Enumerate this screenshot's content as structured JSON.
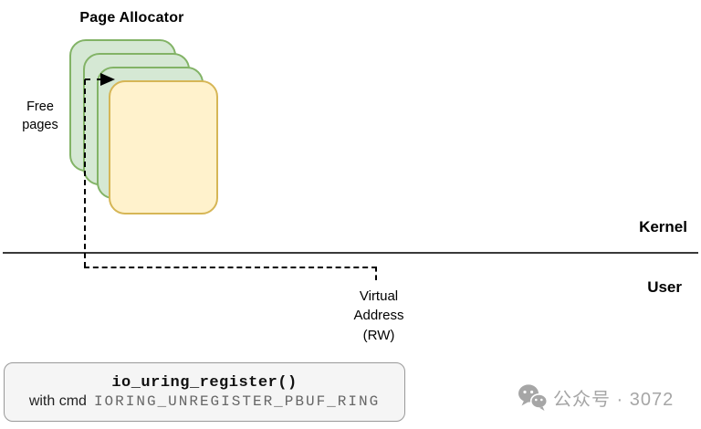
{
  "diagram": {
    "title": "Page Allocator",
    "free_pages_label": "Free\npages",
    "free_page_cards": 3,
    "allocated_page_cards": 1,
    "kernel_label": "Kernel",
    "user_label": "User",
    "virtual_address_label": "Virtual\nAddress\n(RW)"
  },
  "code_box": {
    "function": "io_uring_register()",
    "prefix": "with cmd",
    "command": "IORING_UNREGISTER_PBUF_RING"
  },
  "watermark": {
    "icon": "wechat-icon",
    "text": "公众号 · 3072"
  },
  "colors": {
    "free_page_fill": "#d5e8d4",
    "free_page_border": "#82b366",
    "allocated_page_fill": "#fff2cc",
    "allocated_page_border": "#d6b656",
    "code_box_fill": "#f5f5f5",
    "code_box_border": "#999999",
    "code_command_text": "#666666",
    "watermark_gray": "#a6a6a6",
    "boundary_line": "#3a3a3a",
    "connector_line": "#000000"
  }
}
